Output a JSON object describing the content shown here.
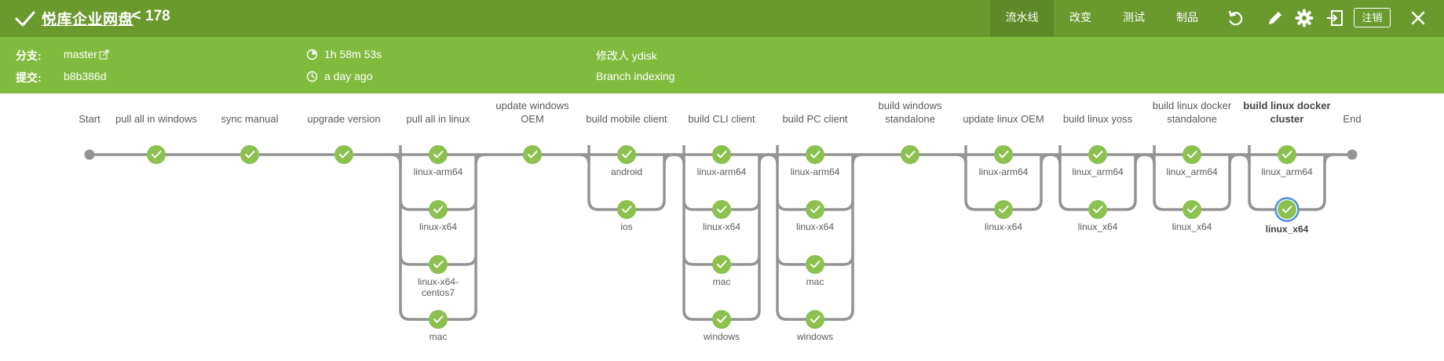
{
  "header": {
    "title": "悦库企业网盘",
    "separator": "<",
    "run_number": "178",
    "tabs": [
      "流水线",
      "改变",
      "测试",
      "制品"
    ],
    "active_tab": "流水线",
    "logout_label": "注销",
    "icons": [
      "success-check-icon",
      "replay-icon",
      "edit-icon",
      "gear-icon",
      "exit-icon",
      "close-icon"
    ]
  },
  "run_info": {
    "branch_label": "分支:",
    "branch_value": "master",
    "commit_label": "提交:",
    "commit_value": "b8b386d",
    "duration": "1h 58m 53s",
    "time_ago": "a day ago",
    "changed_by": "修改人 ydisk",
    "cause": "Branch indexing"
  },
  "pipeline": {
    "start_label": "Start",
    "end_label": "End",
    "stages": [
      {
        "title": [
          "pull all in windows"
        ]
      },
      {
        "title": [
          "sync manual"
        ]
      },
      {
        "title": [
          "upgrade version"
        ]
      },
      {
        "title": [
          "pull all in linux"
        ],
        "branches": [
          [
            "linux-arm64"
          ],
          [
            "linux-x64"
          ],
          [
            "linux-x64-",
            "centos7"
          ],
          [
            "mac"
          ]
        ]
      },
      {
        "title": [
          "update windows",
          "OEM"
        ]
      },
      {
        "title": [
          "build mobile client"
        ],
        "branches": [
          [
            "android"
          ],
          [
            "ios"
          ]
        ]
      },
      {
        "title": [
          "build CLI client"
        ],
        "branches": [
          [
            "linux-arm64"
          ],
          [
            "linux-x64"
          ],
          [
            "mac"
          ],
          [
            "windows"
          ]
        ]
      },
      {
        "title": [
          "build PC client"
        ],
        "branches": [
          [
            "linux-arm64"
          ],
          [
            "linux-x64"
          ],
          [
            "mac"
          ],
          [
            "windows"
          ]
        ]
      },
      {
        "title": [
          "build windows",
          "standalone"
        ]
      },
      {
        "title": [
          "update linux OEM"
        ],
        "branches": [
          [
            "linux-arm64"
          ],
          [
            "linux-x64"
          ]
        ]
      },
      {
        "title": [
          "build linux yoss"
        ],
        "branches": [
          [
            "linux_arm64"
          ],
          [
            "linux_x64"
          ]
        ]
      },
      {
        "title": [
          "build linux docker",
          "standalone"
        ],
        "branches": [
          [
            "linux_arm64"
          ],
          [
            "linux_x64"
          ]
        ]
      },
      {
        "title": [
          "build linux docker",
          "cluster"
        ],
        "bold": true,
        "branches": [
          [
            "linux_arm64"
          ],
          [
            "linux_x64"
          ]
        ],
        "selected_branch": 1
      }
    ]
  },
  "colors": {
    "header_bg": "#6a9a2e",
    "subheader_bg": "#80bb3d",
    "success": "#8cc04f",
    "track": "#949494",
    "selected_ring": "#4a90d9",
    "text": "#5a5a5a"
  }
}
